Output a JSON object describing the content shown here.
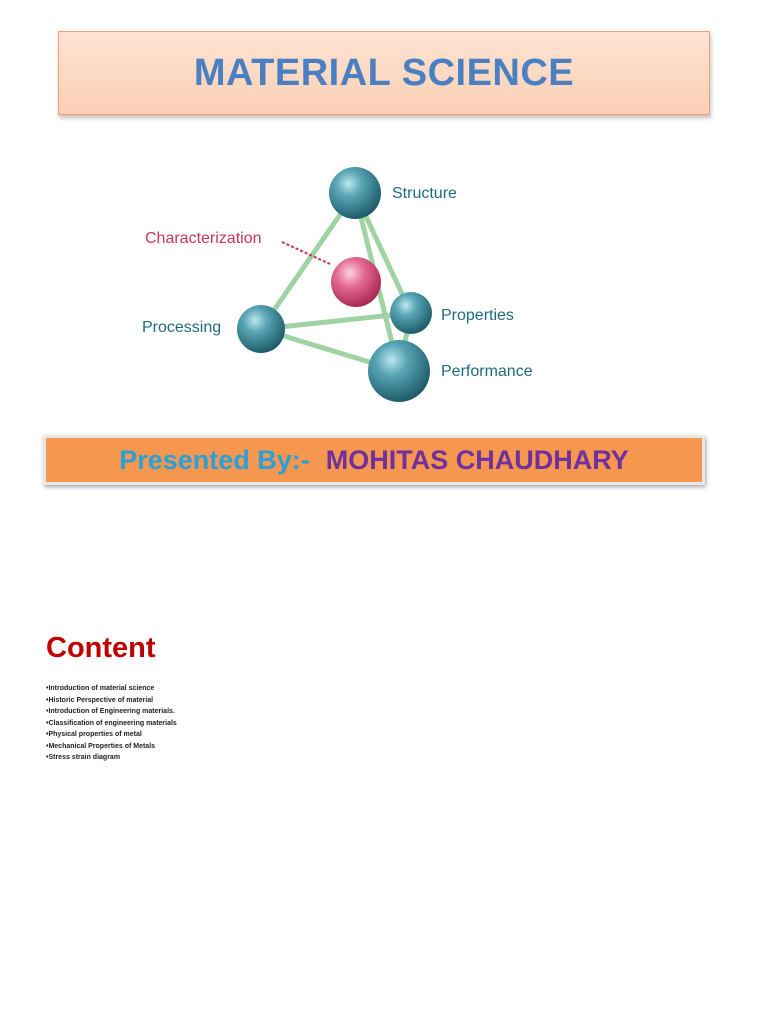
{
  "title": "MATERIAL SCIENCE",
  "diagram": {
    "nodes": {
      "structure": "Structure",
      "characterization": "Characterization",
      "processing": "Processing",
      "properties": "Properties",
      "performance": "Performance"
    },
    "colors": {
      "node_teal": "#2f7f90",
      "node_pink": "#d9507a",
      "edge_green": "#9fd3a4",
      "label_teal": "#1f6b7c",
      "label_red": "#c8375a"
    }
  },
  "presenter": {
    "prefix": "Presented By:-",
    "name": "MOHITAS CHAUDHARY"
  },
  "content": {
    "heading": "Content",
    "items": [
      "•Introduction of material science",
      "•Historic Perspective of material",
      "•Introduction of Engineering materials.",
      "•Classification of engineering materials",
      "•Physical properties of metal",
      "•Mechanical Properties of Metals",
      "•Stress strain diagram"
    ]
  }
}
